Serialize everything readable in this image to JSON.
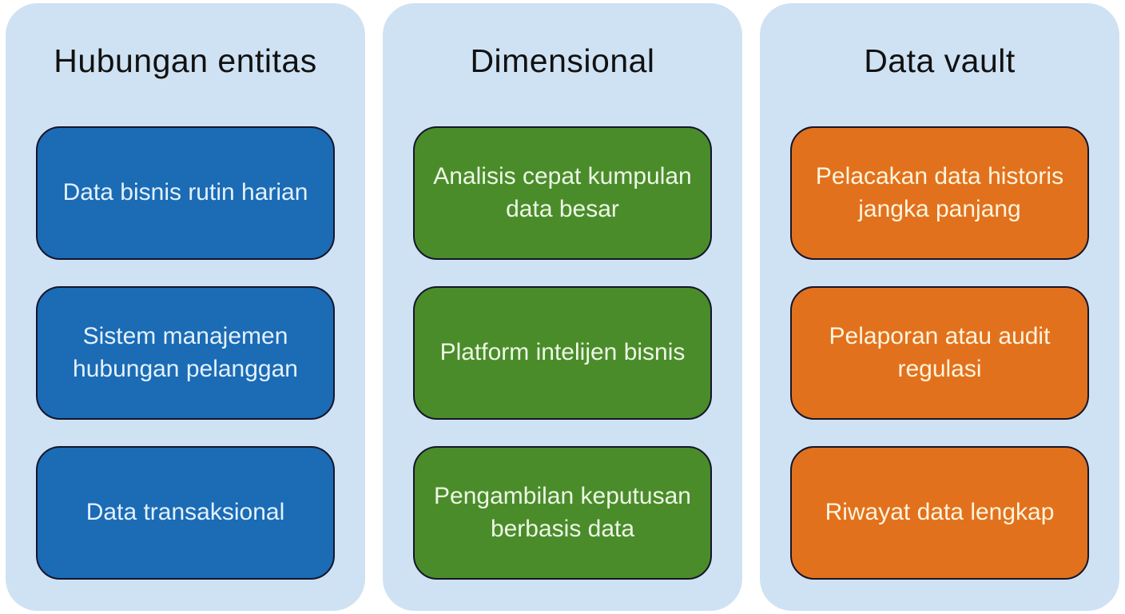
{
  "diagram": {
    "background_color": "#ffffff",
    "panel_color": "#cfe2f3",
    "box_border_color": "#15152a",
    "title_color": "#111111",
    "columns": [
      {
        "title": "Hubungan entitas",
        "box_color": "#1b6bb5",
        "box_text_color": "#e3f1fb",
        "items": [
          "Data bisnis rutin harian",
          "Sistem manajemen hubungan pelanggan",
          "Data transaksional"
        ]
      },
      {
        "title": "Dimensional",
        "box_color": "#4a8c2a",
        "box_text_color": "#edf7e6",
        "items": [
          "Analisis cepat kumpulan data besar",
          "Platform intelijen bisnis",
          "Pengambilan keputusan berbasis data"
        ]
      },
      {
        "title": "Data vault",
        "box_color": "#e2711d",
        "box_text_color": "#fdf4dc",
        "items": [
          "Pelacakan data historis jangka panjang",
          "Pelaporan atau audit regulasi",
          "Riwayat data lengkap"
        ]
      }
    ]
  }
}
